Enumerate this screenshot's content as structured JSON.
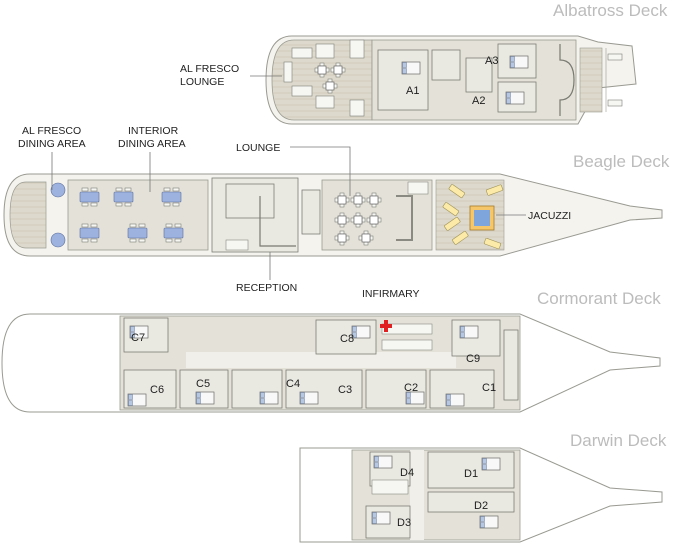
{
  "decks": {
    "albatross": "Albatross Deck",
    "beagle": "Beagle Deck",
    "cormorant": "Cormorant Deck",
    "darwin": "Darwin Deck"
  },
  "callouts": {
    "al_fresco_lounge_1": "AL FRESCO",
    "al_fresco_lounge_2": "LOUNGE",
    "al_fresco_dining_1": "AL FRESCO",
    "al_fresco_dining_2": "DINING AREA",
    "interior_dining_1": "INTERIOR",
    "interior_dining_2": "DINING AREA",
    "lounge": "LOUNGE",
    "jacuzzi": "JACUZZI",
    "reception": "RECEPTION",
    "infirmary": "INFIRMARY"
  },
  "cabins": {
    "A1": "A1",
    "A2": "A2",
    "A3": "A3",
    "C1": "C1",
    "C2": "C2",
    "C3": "C3",
    "C4": "C4",
    "C5": "C5",
    "C6": "C6",
    "C7": "C7",
    "C8": "C8",
    "C9": "C9",
    "D1": "D1",
    "D2": "D2",
    "D3": "D3",
    "D4": "D4"
  },
  "colors": {
    "deck_title": "#bcbcbc",
    "furniture_blue": "#9db2df",
    "sunbed_yellow": "#fbeaa8",
    "infirmary_cross": "#e02020"
  }
}
